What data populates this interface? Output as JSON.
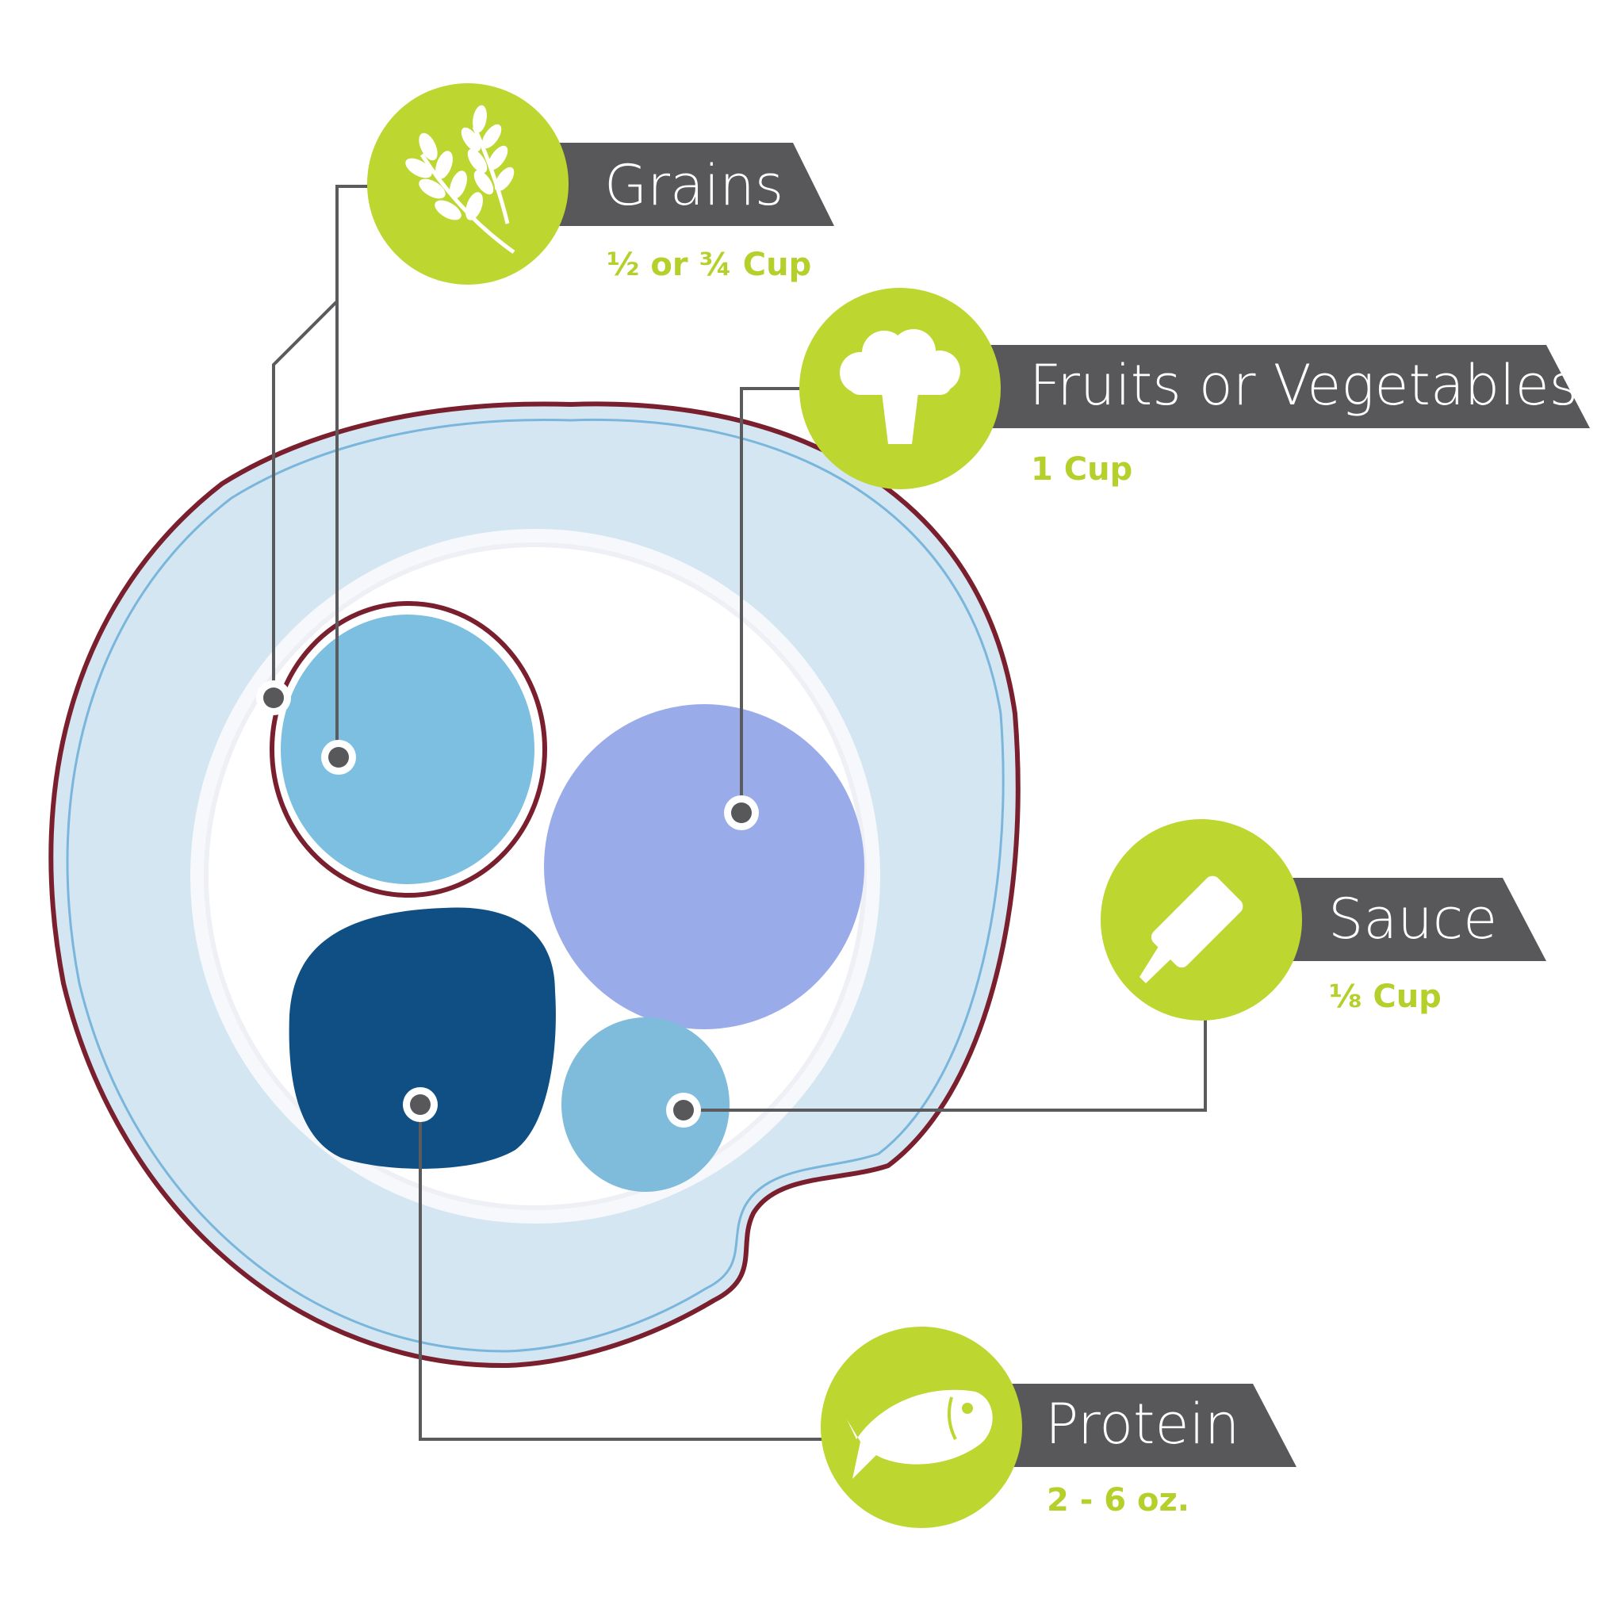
{
  "colors": {
    "accent_green": "#bdd630",
    "amount_green": "#b5cf2b",
    "label_gray": "#58585a",
    "connector_gray": "#5b5b5d",
    "plate_rim": "#cfe2ee",
    "plate_well": "#ffffff",
    "plate_outline": "#7a1f2e",
    "plate_blue_line": "#7ab6dc",
    "grains_section": "#7dbfe0",
    "fruits_section": "#9aabea",
    "protein_section": "#0f4f83",
    "sauce_section": "#7fbcdc"
  },
  "items": {
    "grains": {
      "label": "Grains",
      "amount": "½ or ¾ Cup",
      "icon": "wheat-icon"
    },
    "fruits": {
      "label": "Fruits or Vegetables",
      "amount": "1 Cup",
      "icon": "broccoli-icon"
    },
    "sauce": {
      "label": "Sauce",
      "amount": "⅛ Cup",
      "icon": "sauce-bottle-icon"
    },
    "protein": {
      "label": "Protein",
      "amount": "2 - 6 oz.",
      "icon": "fish-icon"
    }
  }
}
